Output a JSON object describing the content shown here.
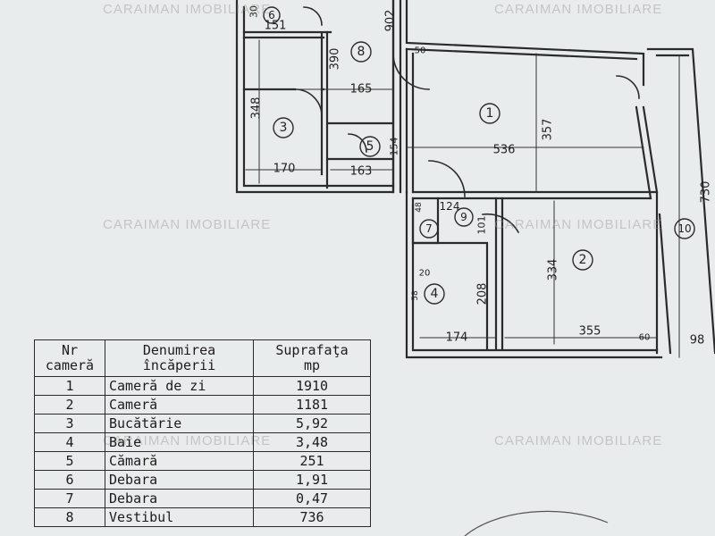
{
  "watermark": "CARAIMAN IMOBILIARE",
  "rooms": [
    {
      "id": "1"
    },
    {
      "id": "2"
    },
    {
      "id": "3"
    },
    {
      "id": "4"
    },
    {
      "id": "5"
    },
    {
      "id": "6"
    },
    {
      "id": "7"
    },
    {
      "id": "8"
    },
    {
      "id": "9"
    },
    {
      "id": "10"
    }
  ],
  "dimensions": {
    "d_30": "30",
    "d_151": "151",
    "d_390": "390",
    "d_165": "165",
    "d_348": "348",
    "d_170": "170",
    "d_163": "163",
    "d_154": "154",
    "d_50": "50",
    "d_902": "902",
    "d_536": "536",
    "d_357": "357",
    "d_730": "730",
    "d_124": "124",
    "d_101": "101",
    "d_48": "48",
    "d_20": "20",
    "d_58": "58",
    "d_208": "208",
    "d_174": "174",
    "d_334": "334",
    "d_355": "355",
    "d_60": "60",
    "d_98": "98"
  },
  "table": {
    "headers": {
      "nr": [
        "Nr",
        "camerӑ"
      ],
      "name": [
        "Denumirea",
        "încӑperii"
      ],
      "area": [
        "Suprafaţa",
        "mp"
      ]
    },
    "rows": [
      {
        "nr": "1",
        "name": "Camerӑ de zi",
        "area": "1910"
      },
      {
        "nr": "2",
        "name": "Camerӑ",
        "area": "1181"
      },
      {
        "nr": "3",
        "name": "Bucӑtӑrie",
        "area": "5,92"
      },
      {
        "nr": "4",
        "name": "Baie",
        "area": "3,48"
      },
      {
        "nr": "5",
        "name": "Cӑmarӑ",
        "area": "251"
      },
      {
        "nr": "6",
        "name": "Debara",
        "area": "1,91"
      },
      {
        "nr": "7",
        "name": "Debara",
        "area": "0,47"
      },
      {
        "nr": "8",
        "name": "Vestibul",
        "area": "736"
      }
    ]
  }
}
